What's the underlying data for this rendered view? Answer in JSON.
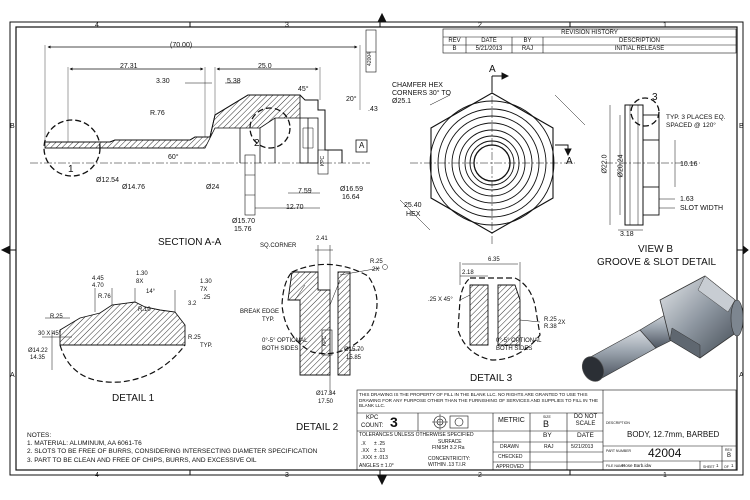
{
  "border": {
    "top_zones": [
      "4",
      "3",
      "2",
      "1"
    ],
    "bottom_zones": [
      "4",
      "3",
      "2",
      "1"
    ],
    "left_zones": [
      "B",
      "A"
    ],
    "right_zones": [
      "B",
      "A"
    ]
  },
  "revision_history": {
    "title": "REVISION HISTORY",
    "headers": [
      "REV",
      "DATE",
      "BY",
      "DESCRIPTION"
    ],
    "rows": [
      [
        "B",
        "5/21/2013",
        "RAJ",
        "INITIAL RELEASE"
      ]
    ]
  },
  "section_aa": {
    "title": "SECTION A-A",
    "dims": {
      "overall": "(70.00)",
      "d1": "27.31",
      "d2": "3.30",
      "d3": "5.38",
      "d4": "25.0",
      "r76": "R.76",
      "a45": "45°",
      "a20": "20°",
      "p43": ".43",
      "a60": "60°",
      "dia1254": "Ø12.54",
      "dia1476": "Ø14.76",
      "dia24": "Ø24",
      "d759": "7.59",
      "d1270": "12.70",
      "dia1659": "Ø16.59",
      "dia1664": "16.64",
      "dia1570": "Ø15.70",
      "dia1576": "15.76",
      "callout1": "1",
      "callout2": "2",
      "datumA": "A",
      "kpc": "KPC",
      "kpc_count": "42004"
    }
  },
  "hex_view": {
    "chamfer_note": "CHAMFER HEX CORNERS 30° TO Ø25.1",
    "hex_dim": "25.40",
    "hex_label": "HEX",
    "arrowA_top": "A",
    "arrowA_right": "A"
  },
  "view_b": {
    "title": "VIEW B",
    "subtitle": "GROOVE & SLOT DETAIL",
    "callout3": "3",
    "note": "TYP. 3 PLACES EQ. SPACED @ 120°",
    "dia220": "Ø22.0",
    "dia2024": "Ø20.24",
    "d1016": "10.16",
    "d163": "1.63",
    "slot": "SLOT WIDTH",
    "d318": "3.18"
  },
  "detail1": {
    "title": "DETAIL 1",
    "d445": "4.45",
    "d470": "4.70",
    "d130a": "1.30",
    "x8": "8X",
    "a14": "14°",
    "d130b": "1.30",
    "x7": "7X",
    "p25": ".25",
    "d32": "3.2",
    "r76": "R.76",
    "r10": "R.10",
    "r25a": "R.25",
    "chamfer": "30 X 45°",
    "r25b": "R.25",
    "typ": "TYP.",
    "dia1422": "Ø14.22",
    "dia1435": "14.35"
  },
  "detail2": {
    "title": "DETAIL 2",
    "d241": "2.41",
    "sq": "SQ.CORNER",
    "r25": "R.25",
    "x2": "2X",
    "break": "BREAK EDGE",
    "typ": "TYP.",
    "optional": "0°-5° OPTIONAL BOTH SIDES",
    "dia1570": "Ø15.70",
    "dia1585": "15.85",
    "dia1734": "Ø17.34",
    "dia1750": "17.50",
    "kpc": "KPC"
  },
  "detail3": {
    "title": "DETAIL 3",
    "d635": "6.35",
    "d218": "2.18",
    "chamfer": ".25 X 45°",
    "r25": "R.25",
    "r38": "R.38",
    "x2": "2X",
    "optional": "0°-5° OPTIONAL BOTH SIDES"
  },
  "notes": {
    "title": "NOTES:",
    "items": [
      "1. MATERIAL: ALUMINUM, AA 6061-T6",
      "2. SLOTS TO BE FREE OF BURRS, CONSIDERING INTERSECTING DIAMETER SPECIFICATION",
      "3. PART TO BE CLEAN AND FREE OF CHIPS, BURRS, AND EXCESSIVE OIL"
    ]
  },
  "title_block": {
    "disclaimer": "THIS DRAWING IS THE PROPERTY OF FILL IN THE BLANK LLC. NO RIGHTS ARE GRANTED TO USE THIS DRAWING FOR ANY PURPOSE OTHER THAN THE FURNISHING OF SERVICES AND SUPPLIES TO FILL IN THE BLANK LLC.",
    "kpc_label": "KPC",
    "count_label": "COUNT:",
    "count": "3",
    "units": "METRIC",
    "size_label": "SIZE",
    "size": "B",
    "do_not_scale": "DO NOT SCALE",
    "tolerances": "TOLERANCES UNLESS OTHERWISE SPECIFIED",
    "tol_x": ".X",
    "tol_x_val": "± .25",
    "tol_xx": ".XX",
    "tol_xx_val": "± .13",
    "tol_xxx": ".XXX",
    "tol_xxx_val": "± .013",
    "angles": "ANGLES ± 1.0°",
    "surface": "SURFACE",
    "finish": "FINISH 3.2 Ra",
    "concentricity": "CONCENTRICITY:",
    "within": "WITHIN .13 T.I.R",
    "by": "BY",
    "date": "DATE",
    "drawn": "DRAWN",
    "drawn_by": "RAJ",
    "drawn_date": "5/21/2013",
    "checked": "CHECKED",
    "approved": "APPROVED",
    "description_label": "DESCRIPTION",
    "description": "BODY, 12.7mm, BARBED",
    "part_number_label": "PART NUMBER",
    "part_number": "42004",
    "rev_label": "REV",
    "rev": "B",
    "file_name_label": "FILE NAME",
    "file_name": "Hose Barb.idw",
    "sheet_label": "SHEET",
    "sheet": "1",
    "of": "OF",
    "sheet_total": "1"
  }
}
